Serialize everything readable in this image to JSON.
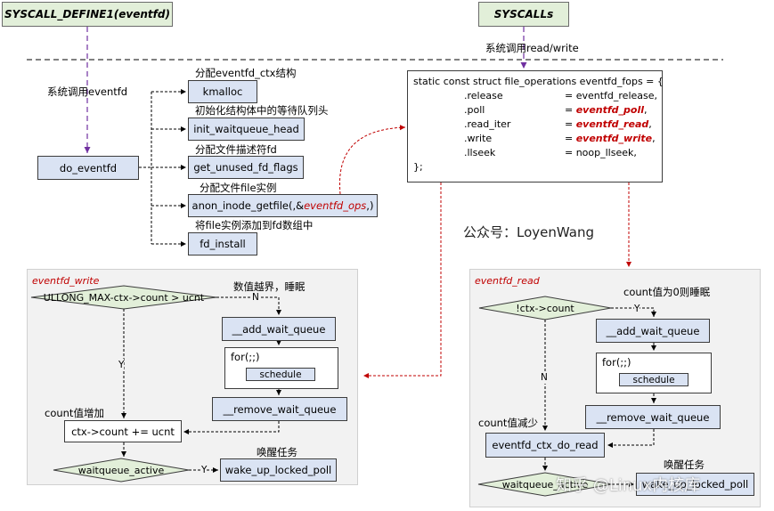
{
  "top": {
    "syscall_define": "SYSCALL_DEFINE1(eventfd)",
    "syscalls": "SYSCALLs",
    "call_eventfd": "系统调用eventfd",
    "call_rw": "系统调用read/write"
  },
  "left": {
    "do_eventfd": "do_eventfd",
    "steps": [
      {
        "label": "分配eventfd_ctx结构",
        "func": "kmalloc"
      },
      {
        "label": "初始化结构体中的等待队列头",
        "func": "init_waitqueue_head"
      },
      {
        "label": "分配文件描述符fd",
        "func": "get_unused_fd_flags"
      },
      {
        "label": "分配文件file实例",
        "func_prefix": "anon_inode_getfile(,&",
        "func_italic": "eventfd_ops",
        "func_suffix": ",)"
      },
      {
        "label": "将file实例添加到fd数组中",
        "func": "fd_install"
      }
    ]
  },
  "fops": {
    "header": "static const struct file_operations eventfd_fops = {",
    "rows": [
      {
        "field": ".release",
        "value": "= eventfd_release,",
        "highlight": false
      },
      {
        "field": ".poll",
        "value": "eventfd_poll",
        "highlight": true
      },
      {
        "field": ".read_iter",
        "value": "eventfd_read",
        "highlight": true
      },
      {
        "field": ".write",
        "value": "eventfd_write",
        "highlight": true
      },
      {
        "field": ".llseek",
        "value": "= noop_llseek,",
        "highlight": false
      }
    ],
    "eq": "= ",
    "comma": ",",
    "footer": "};"
  },
  "watermark_author": "公众号：LoyenWang",
  "write_panel": {
    "title": "eventfd_write",
    "condition": "ULLONG_MAX-ctx->count > ucnt",
    "n_label": "N",
    "y_label": "Y",
    "sleep_label": "数值越界，睡眠",
    "add_wait_queue": "__add_wait_queue",
    "for_loop": "for(;;)",
    "schedule": "schedule",
    "remove_wait_queue": "__remove_wait_queue",
    "count_inc_label": "count值增加",
    "count_inc": "ctx->count += ucnt",
    "waitqueue_active": "waitqueue_active",
    "wake_label": "唤醒任务",
    "wake_fn": "wake_up_locked_poll"
  },
  "read_panel": {
    "title": "eventfd_read",
    "condition": "!ctx->count",
    "y_label": "Y",
    "n_label": "N",
    "sleep_label": "count值为0则睡眠",
    "add_wait_queue": "__add_wait_queue",
    "for_loop": "for(;;)",
    "schedule": "schedule",
    "remove_wait_queue": "__remove_wait_queue",
    "count_dec_label": "count值减少",
    "count_dec": "eventfd_ctx_do_read",
    "waitqueue_active": "waitqueue_active",
    "wake_label": "唤醒任务",
    "wake_fn": "wake_up_locked_poll"
  },
  "zhihu_watermark": "知乎 @Linux内核库",
  "colors": {
    "green": "#e2efd9",
    "blue_box": "#dae3f3",
    "purple_arrow": "#7030a0",
    "red_arrow": "#c00000",
    "panel": "#f2f2f2"
  }
}
